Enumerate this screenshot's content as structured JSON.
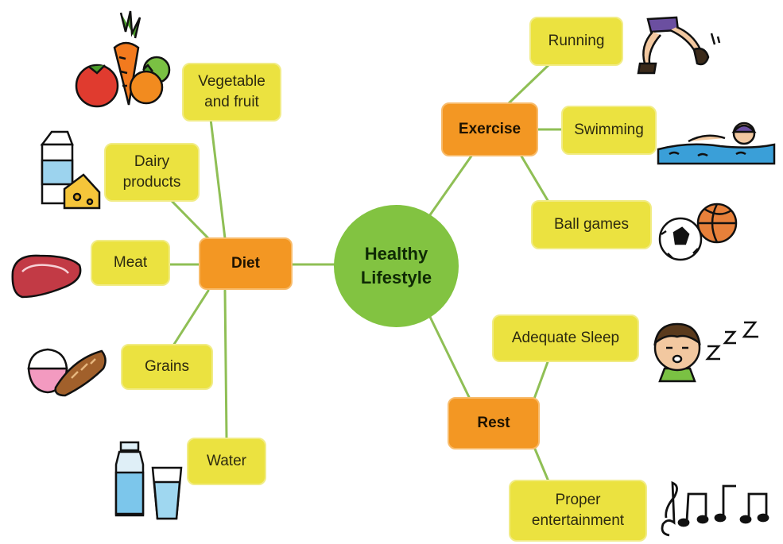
{
  "colors": {
    "center": "#82c341",
    "hub": "#f39723",
    "leaf": "#ebe240",
    "line": "#8fbf55"
  },
  "center": {
    "label": "Healthy\nLifestyle"
  },
  "hubs": {
    "diet": "Diet",
    "exercise": "Exercise",
    "rest": "Rest"
  },
  "diet": {
    "vegetable": "Vegetable\nand fruit",
    "dairy": "Dairy\nproducts",
    "meat": "Meat",
    "grains": "Grains",
    "water": "Water"
  },
  "exercise": {
    "running": "Running",
    "swimming": "Swimming",
    "ball_games": "Ball games"
  },
  "rest": {
    "sleep": "Adequate Sleep",
    "entertainment": "Proper\nentertainment"
  },
  "icons": [
    "vegetables-icon",
    "milk-cheese-icon",
    "steak-icon",
    "rice-bread-icon",
    "water-bottle-icon",
    "running-legs-icon",
    "swimmer-icon",
    "balls-icon",
    "sleeping-face-icon",
    "music-notes-icon"
  ]
}
